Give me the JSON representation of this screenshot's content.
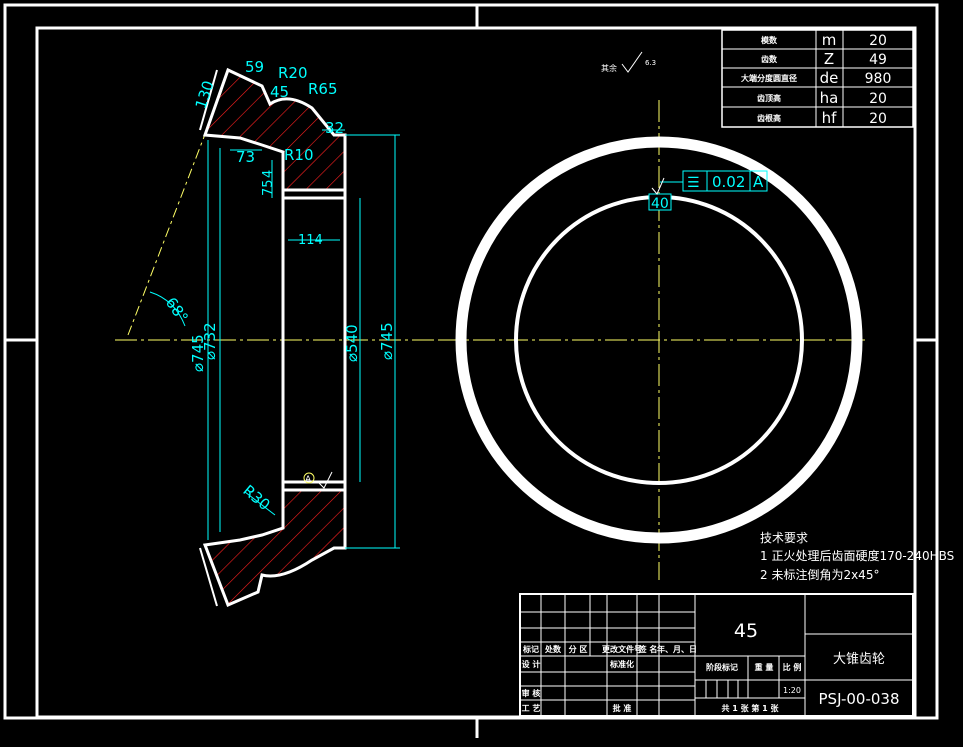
{
  "params": {
    "rows": [
      {
        "label": "模数",
        "sym": "m",
        "val": "20"
      },
      {
        "label": "齿数",
        "sym": "Z",
        "val": "49"
      },
      {
        "label": "大端分度圆直径",
        "sym": "de",
        "val": "980"
      },
      {
        "label": "齿顶高",
        "sym": "ha",
        "val": "20"
      },
      {
        "label": "齿根高",
        "sym": "hf",
        "val": "20"
      }
    ]
  },
  "roughness": {
    "prefix": "其余",
    "value": "6.3"
  },
  "tolerance": {
    "symbol": "☰",
    "value": "0.02",
    "datum": "A",
    "dim": "40"
  },
  "section_dims": {
    "d130": "130",
    "d59": "59",
    "r20": "R20",
    "d45": "45",
    "r65": "R65",
    "d32": "32",
    "d73": "73",
    "r10": "R10",
    "d75": "75",
    "d4": "4",
    "d114": "114",
    "angle": "68°",
    "dia745a": "⌀745",
    "dia732": "⌀732",
    "dia540": "⌀540",
    "dia745b": "⌀745",
    "r30": "R30",
    "datum": "A"
  },
  "notes": {
    "title": "技术要求",
    "items": [
      "1  正火处理后齿面硬度170-240HBS",
      "2  未标注倒角为2x45°"
    ]
  },
  "title_block": {
    "material": "45",
    "part_name": "大锥齿轮",
    "drawing_no": "PSJ-00-038",
    "scale": "1:20",
    "rev_headers": [
      "标记",
      "处数",
      "分 区",
      "更改文件号",
      "签 名",
      "年、月、日"
    ],
    "role_design": "设 计",
    "role_standard": "标准化",
    "stage_headers": [
      "阶段标记",
      "重 量",
      "比 例"
    ],
    "role_review": "审 核",
    "role_process": "工 艺",
    "role_approve": "批 准",
    "sheets": "共 1 张   第 1 张"
  }
}
